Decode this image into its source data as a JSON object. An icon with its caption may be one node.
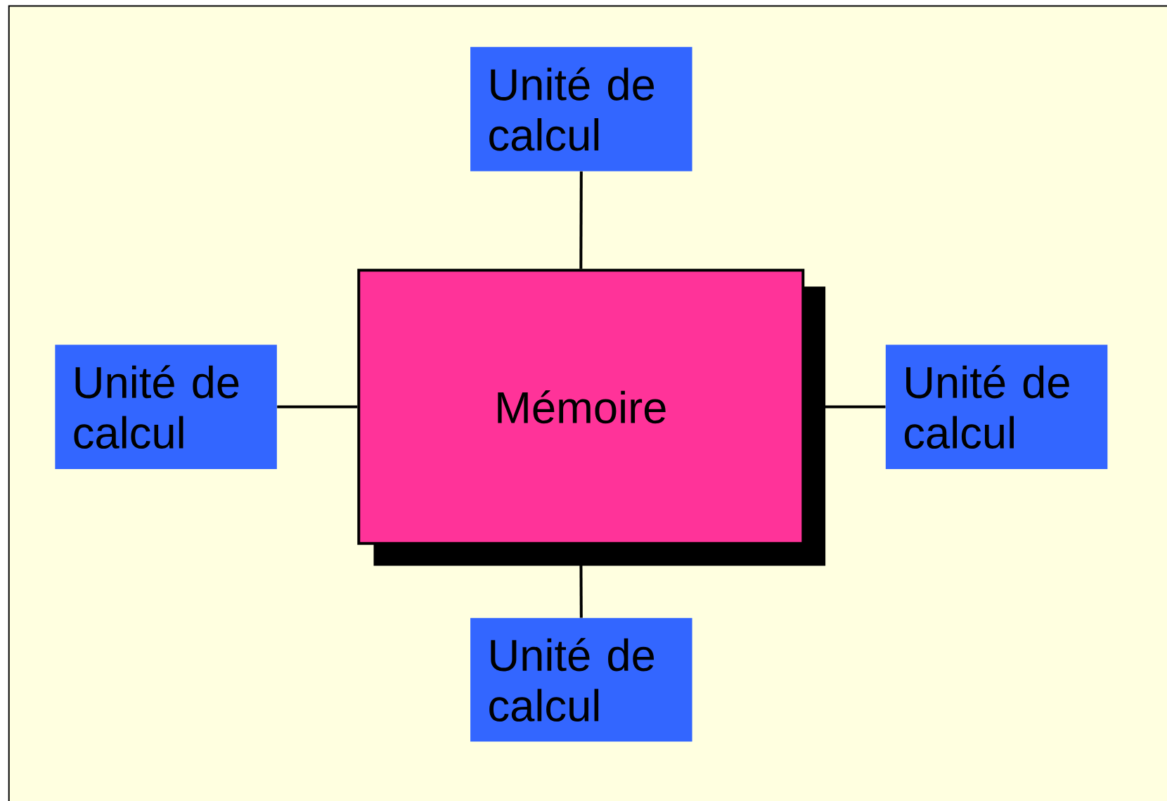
{
  "diagram": {
    "nodes": [
      {
        "text": [
          "Unité de calcul"
        ]
      },
      {
        "text": [
          "Unité de calcul"
        ]
      },
      {
        "text": [
          "Mémoire"
        ]
      },
      {
        "text": [
          "Unité de calcul"
        ]
      },
      {
        "text": [
          "Unité de calcul"
        ]
      }
    ],
    "edges": [
      {
        "from": 0,
        "to": 2,
        "arrow": "none"
      },
      {
        "from": 1,
        "to": 2,
        "arrow": "none"
      },
      {
        "from": 2,
        "to": 3,
        "arrow": "none"
      },
      {
        "from": 2,
        "to": 4,
        "arrow": "none"
      }
    ]
  }
}
